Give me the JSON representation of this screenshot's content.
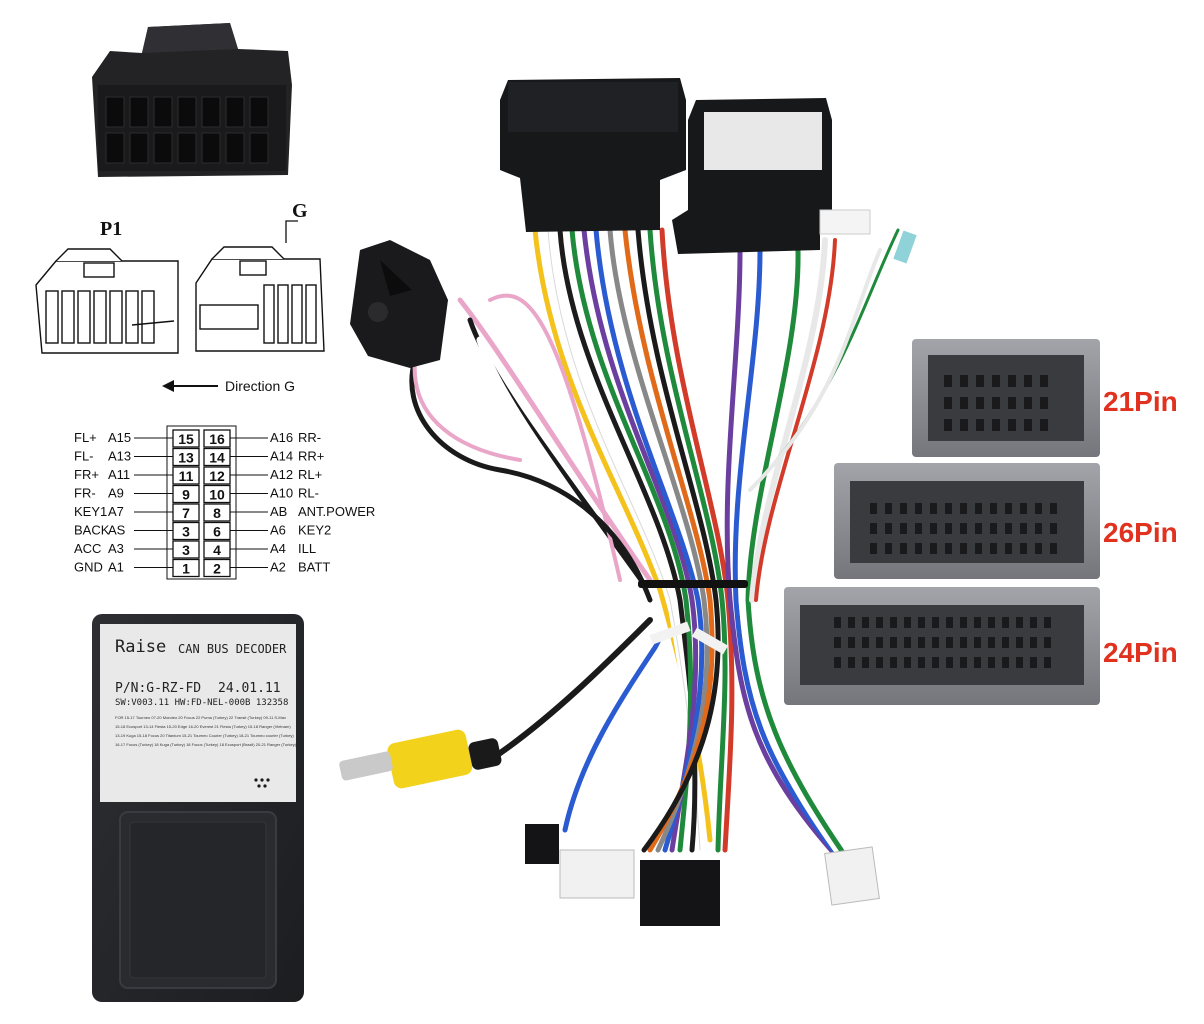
{
  "harness_labels": {
    "p1": "P1",
    "g": "G",
    "direction": "Direction G"
  },
  "pinout": {
    "rows": [
      {
        "left_name": "FL+",
        "left_code": "A15",
        "left_pin": "15",
        "right_pin": "16",
        "right_code": "A16",
        "right_name": "RR-"
      },
      {
        "left_name": "FL-",
        "left_code": "A13",
        "left_pin": "13",
        "right_pin": "14",
        "right_code": "A14",
        "right_name": "RR+"
      },
      {
        "left_name": "FR+",
        "left_code": "A11",
        "left_pin": "11",
        "right_pin": "12",
        "right_code": "A12",
        "right_name": "RL+"
      },
      {
        "left_name": "FR-",
        "left_code": "A9",
        "left_pin": "9",
        "right_pin": "10",
        "right_code": "A10",
        "right_name": "RL-"
      },
      {
        "left_name": "KEY1",
        "left_code": "A7",
        "left_pin": "7",
        "right_pin": "8",
        "right_code": "AB",
        "right_name": "ANT.POWER"
      },
      {
        "left_name": "BACK",
        "left_code": "AS",
        "left_pin": "3",
        "right_pin": "6",
        "right_code": "A6",
        "right_name": "KEY2"
      },
      {
        "left_name": "ACC",
        "left_code": "A3",
        "left_pin": "3",
        "right_pin": "4",
        "right_code": "A4",
        "right_name": "ILL"
      },
      {
        "left_name": "GND",
        "left_code": "A1",
        "left_pin": "1",
        "right_pin": "2",
        "right_code": "A2",
        "right_name": "BATT"
      }
    ]
  },
  "decoder": {
    "brand": "Raise",
    "type": "CAN BUS DECODER",
    "pn": "P/N:G-RZ-FD",
    "date": "24.01.11",
    "sw_hw": "SW:V003.11 HW:FD-NEL-000B 132358",
    "models": [
      "FOR 15-17 Tourneo 07-20 Mondeo 20 Focus 22 Puma (Turkey) 22 Transit (Turkey) 09-11 S-Max",
      "15-18 Ecosport 13-14 Fiesta 15-20 Edge 16-20 Everest 21 Fiesta (Turkey) 15-18 Ranger (Vietnam)",
      "13-19 Kuga 15-18 Focus 20 Titanium 15-21 Tourneo Courier (Turkey) 18-21 Tourneo courier (Turkey)",
      "16-17 Focus (Turkey) 18 Kuga (Turkey) 18 Focus (Turkey) 18 Ecosport (Brazil) 20-21 Ranger (Turkey)"
    ]
  },
  "connectors": {
    "pin21": "21Pin",
    "pin26": "26Pin",
    "pin24": "24Pin"
  },
  "colors": {
    "pin_title": "#e0321e",
    "plastic_dark": "#1c1c1e",
    "connector_grey": "#8e8f94",
    "rca_yellow": "#f2d21b"
  }
}
